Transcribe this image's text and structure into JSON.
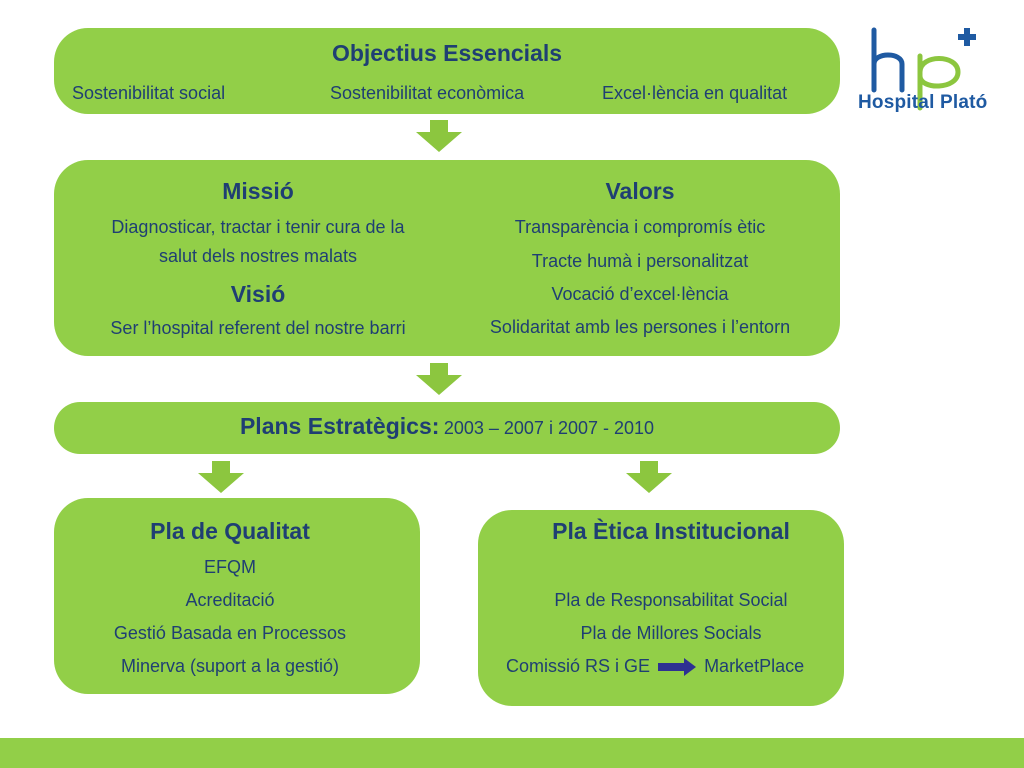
{
  "logo": {
    "brand_text": "Hospital Plató",
    "mark": "hp",
    "plus_icon": "cross-icon"
  },
  "objectives": {
    "title": "Objectius Essencials",
    "items": [
      "Sostenibilitat social",
      "Sostenibilitat econòmica",
      "Excel·lència en qualitat"
    ]
  },
  "mission": {
    "title": "Missió",
    "line1": "Diagnosticar, tractar i tenir cura de la",
    "line2": "salut dels nostres malats"
  },
  "vision": {
    "title": "Visió",
    "text": "Ser l’hospital referent del nostre barri"
  },
  "values": {
    "title": "Valors",
    "items": [
      "Transparència i compromís ètic",
      "Tracte humà i personalitzat",
      "Vocació d’excel·lència",
      "Solidaritat amb les persones i l’entorn"
    ]
  },
  "plans": {
    "title": "Plans Estratègics:",
    "period": "2003 – 2007 i 2007 - 2010"
  },
  "quality": {
    "title": "Pla de Qualitat",
    "items": [
      "EFQM",
      "Acreditació",
      "Gestió Basada en Processos",
      "Minerva (suport a la gestió)"
    ]
  },
  "ethics": {
    "title": "Pla  Ètica Institucional",
    "items": [
      "Pla de Responsabilitat Social",
      "Pla de Millores Socials"
    ],
    "last_left": "Comissió RS i GE",
    "last_right": "MarketPlace"
  },
  "colors": {
    "box_green": "#92cf48",
    "arrow_green": "#8cc63f",
    "text_navy": "#1f3f73",
    "inline_arrow": "#2e3192",
    "logo_blue": "#1f5aa2"
  }
}
